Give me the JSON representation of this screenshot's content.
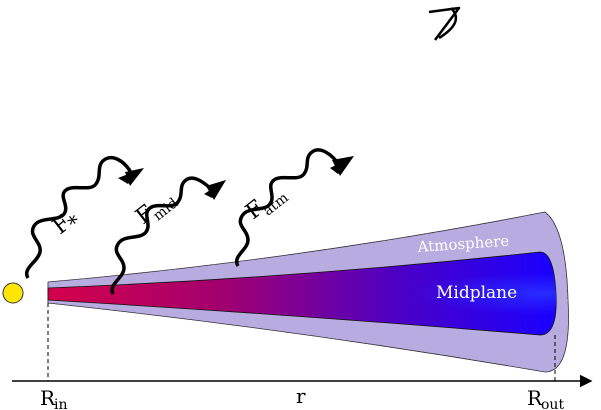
{
  "labels": {
    "atmosphere": "Atmosphere",
    "midplane": "Midplane",
    "r_axis": "r",
    "r_in_main": "R",
    "r_in_sub": "in",
    "r_out_main": "R",
    "r_out_sub": "out",
    "f_star_main": "F",
    "f_star_sub": "*",
    "f_mid_main": "F",
    "f_mid_sub": "mid",
    "f_atm_main": "F",
    "f_atm_sub": "atm"
  },
  "colors": {
    "star": "#ffe600",
    "midplane_inner": "#d4004a",
    "midplane_outer": "#1a00ff",
    "atmosphere": "#8f7fc6"
  },
  "icons": {
    "observer": "eye-icon",
    "star": "star-icon"
  }
}
